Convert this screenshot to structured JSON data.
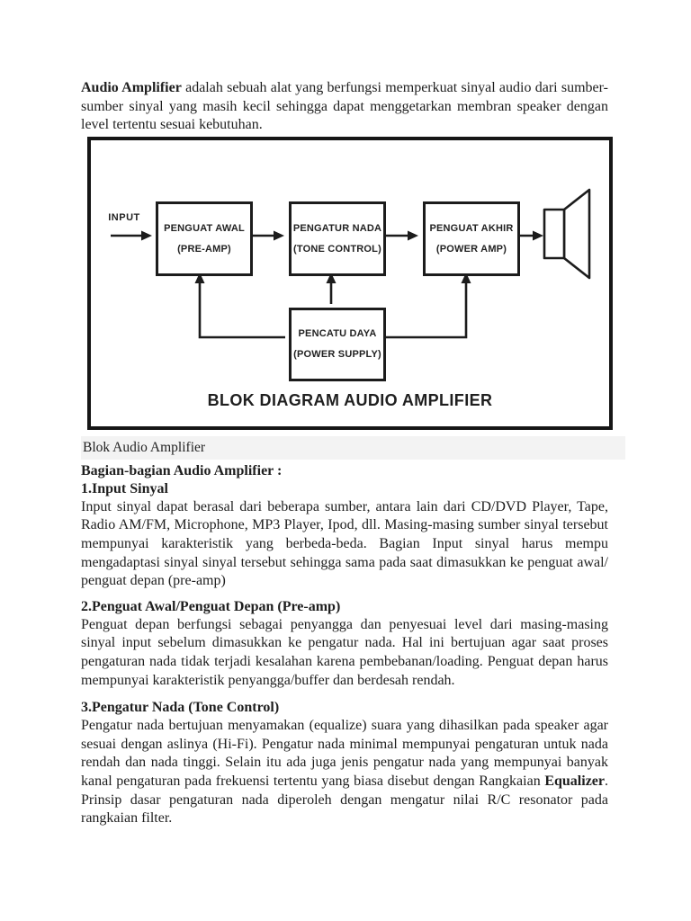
{
  "page": {
    "intro": {
      "bold": "Audio Amplifier",
      "rest": " adalah sebuah alat yang berfungsi memperkuat sinyal audio dari sumber-sumber sinyal yang masih kecil sehingga dapat menggetarkan membran speaker dengan level tertentu sesuai kebutuhan."
    },
    "figure_caption": "Blok Audio Amplifier",
    "sections_heading": "Bagian-bagian Audio Amplifier :",
    "sections": [
      {
        "title": "1.Input Sinyal",
        "body": "Input sinyal dapat berasal dari beberapa sumber, antara lain dari CD/DVD Player, Tape, Radio AM/FM, Microphone, MP3 Player, Ipod, dll. Masing-masing sumber sinyal tersebut mempunyai karakteristik yang berbeda-beda. Bagian Input sinyal harus mempu mengadaptasi sinyal sinyal tersebut sehingga sama pada saat dimasukkan ke penguat awal/ penguat depan (pre-amp)"
      },
      {
        "title": "2.Penguat Awal/Penguat Depan (Pre-amp)",
        "body": "Penguat depan berfungsi sebagai penyangga dan penyesuai level dari masing-masing sinyal input sebelum dimasukkan ke pengatur nada. Hal ini bertujuan agar saat proses pengaturan nada tidak terjadi kesalahan karena pembebanan/loading. Penguat depan harus mempunyai karakteristik penyangga/buffer dan berdesah rendah."
      },
      {
        "title": "3.Pengatur Nada (Tone Control)",
        "body_before": "Pengatur nada bertujuan menyamakan (equalize) suara yang dihasilkan pada speaker agar sesuai dengan aslinya (Hi-Fi). Pengatur nada minimal mempunyai pengaturan untuk nada rendah dan nada tinggi. Selain itu ada juga jenis pengatur nada yang mempunyai banyak kanal pengaturan pada frekuensi tertentu yang biasa disebut dengan Rangkaian ",
        "body_bold": "Equalizer",
        "body_after": ". Prinsip dasar pengaturan nada diperoleh dengan mengatur nilai R/C resonator pada rangkaian filter."
      }
    ]
  },
  "diagram": {
    "title": "BLOK DIAGRAM AUDIO AMPLIFIER",
    "input_label": "INPUT",
    "blocks": [
      {
        "line1": "PENGUAT AWAL",
        "line2": "(PRE-AMP)"
      },
      {
        "line1": "PENGATUR NADA",
        "line2": "(TONE CONTROL)"
      },
      {
        "line1": "PENGUAT AKHIR",
        "line2": "(POWER AMP)"
      },
      {
        "line1": "PENCATU DAYA",
        "line2": "(POWER SUPPLY)"
      }
    ],
    "colors": {
      "ink": "#1c1c1c",
      "caption_band_bg": "#f3f3f3",
      "page_bg": "#ffffff"
    }
  }
}
